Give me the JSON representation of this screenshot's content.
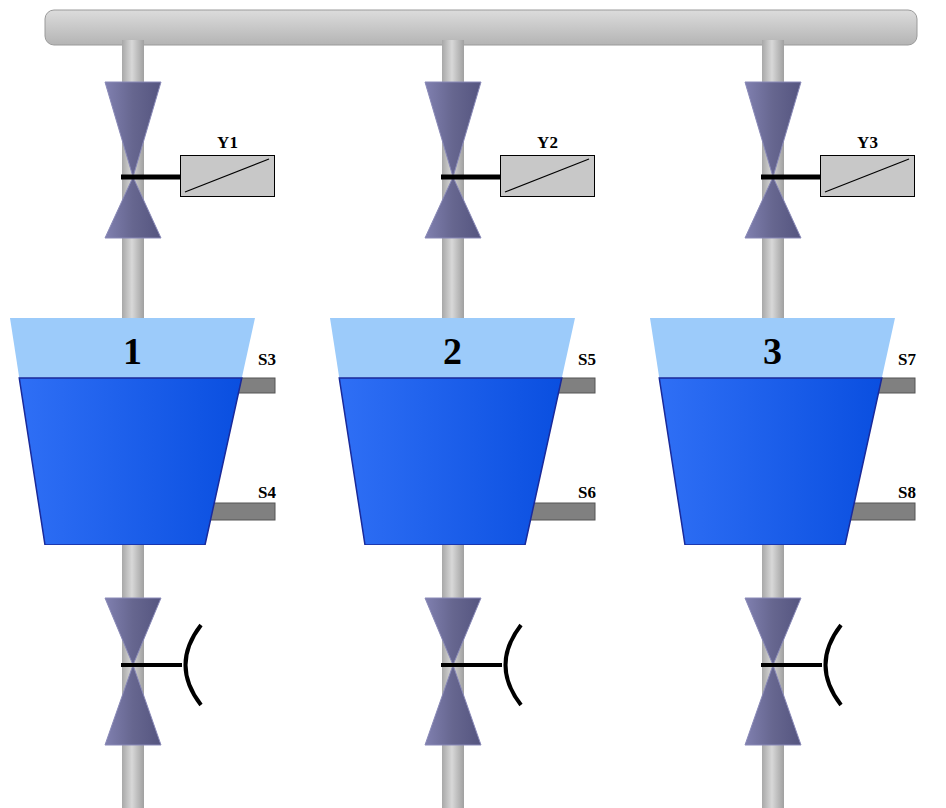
{
  "diagram": {
    "nodes": [
      {
        "text": [
          "Y1"
        ]
      },
      {
        "text": [
          "Y2"
        ]
      },
      {
        "text": [
          "Y3"
        ]
      },
      {
        "text": [
          "1"
        ]
      },
      {
        "text": [
          "2"
        ]
      },
      {
        "text": [
          "3"
        ]
      }
    ],
    "labels": [
      "S3",
      "S4",
      "S5",
      "S6",
      "S7",
      "S8"
    ]
  }
}
